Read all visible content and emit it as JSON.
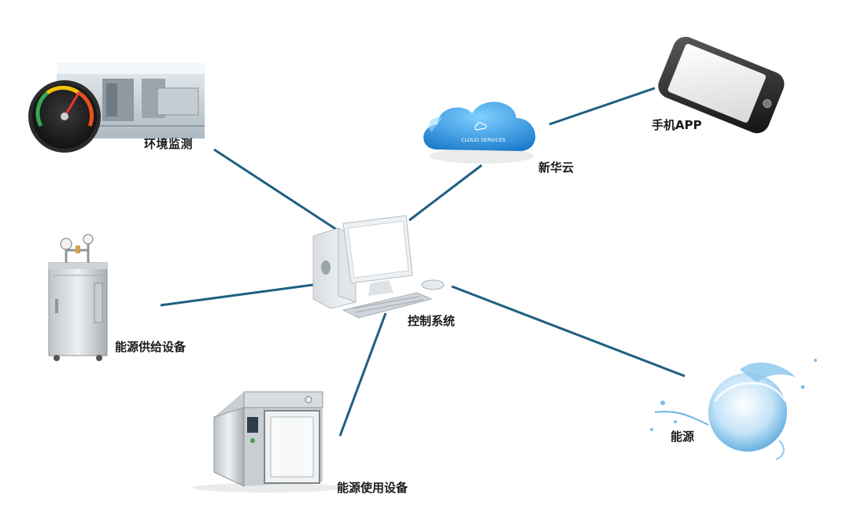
{
  "nodes": {
    "env_monitor": {
      "label": "环境监测"
    },
    "mobile_app": {
      "label": "手机APP"
    },
    "cloud": {
      "label": "新华云",
      "badge_text": "CLOUD SERVICES"
    },
    "control_system": {
      "label": "控制系统"
    },
    "energy_supply": {
      "label": "能源供给设备"
    },
    "energy_use": {
      "label": "能源使用设备"
    },
    "energy": {
      "label": "能源"
    }
  },
  "colors": {
    "connector": "#1f5f82",
    "cloud_blue": "#2a8fd6",
    "label_text": "#1a1a1a"
  },
  "icons": {
    "env_monitor": "pressure-gauge-icon",
    "mobile_app": "smartphone-icon",
    "cloud": "cloud-services-icon",
    "control_system": "desktop-computer-icon",
    "energy_supply": "steam-generator-icon",
    "energy_use": "sterilizer-cabinet-icon",
    "energy": "water-splash-icon"
  }
}
